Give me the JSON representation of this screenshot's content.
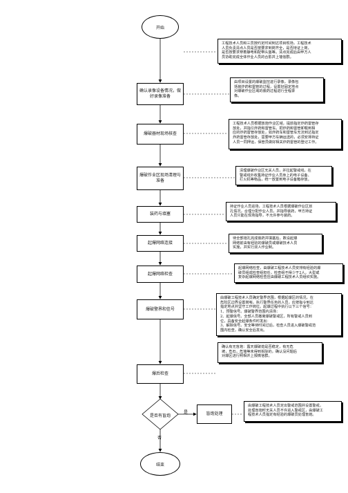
{
  "flow": {
    "start": "开始",
    "end": "结束",
    "steps": [
      "确认录像设备情况，做好录像准备",
      "爆破器材现场核查",
      "爆破作业区现场清理与准备",
      "装药与填塞",
      "起爆网络连接",
      "起爆网络检查",
      "爆破警界和信号",
      "爆后检查"
    ],
    "decision": "是否有盲炮",
    "decision_yes": "是",
    "decision_no": "否",
    "misfire": "盲炮处理"
  },
  "notes": [
    [
      "工程技术人员和三员按约定时间到达项目现场，工程技术",
      "人员负责清点人员是否按要求到岗齐全，是否持证上岗，",
      "是否按要求穿着静电和配带头盔等。清点完成后由甲方人",
      "员协助完成全体作业人员的合影并上墙信群。"
    ],
    [
      "由项目设置的爆破监控进行录像，录像包",
      "括装炸药和雷管的过程，设置好固定地点",
      "对爆破作业区域的装药过程进行全程录",
      "像。"
    ],
    [
      "工程技术人员根据放炮作业区域，提前指定炸药雷管存",
      "放处，并指引炸药和雷管车。把炸药和雷管卸载到相",
      "应的炸药雷管存放处，如炸药车和雷管车无法到达指定",
      "炸药雷管存放处，需要甲方车辆运送的，必须安排持证",
      "人员一同押运，保管员做好相关炸药雷管的登记工作。"
    ],
    [
      "清理爆破作业区无关人员，并拉起警戒线，在",
      "警戒线外收集持证作业人员身上的电子设备、",
      "打火机等物品，统一放置到电子设备箱存放。"
    ],
    [
      "持证作业人员进场，工程技术人员根据爆破作业区划",
      "孔情况，合理分配作业人员，并指导装药，甲方持证",
      "人员只能在现场指导，不允许参与装药。"
    ],
    [
      "待全部炮孔完成装药并填塞后，数设起爆",
      "网络前由有经验的爆破员或爆破技术人员",
      "实施，并实行双人作业制。"
    ],
    [
      "起爆网络检查，由爆破工程技术人员安排有经验的爆",
      "破员组成检查组担任，检查组不得少于2人，大型或",
      "复杂起爆网络检查应由爆破工程技术人员组织实施。"
    ],
    [
      "由爆破工程技术人员确定警界范围，根据起爆区的情况，在",
      "危险区边界设置岗哨，执行警界任务的人员，应按指令到达",
      "指定地点并坚守工作岗位。起爆过程中执行以下三个信号：",
      "1、预警信号。爆破警界范围内清场：",
      "2、起爆信号。全部人员撤离爆破警戒区，所有警戒人员到",
      "位，具备安全起爆条件时发出：",
      "3、解除信号。安全等待时间过后，检查人员进入爆破警戒范",
      "围内检查，确认安全后发出。"
    ],
    [
      "确认有无盲炮：露天爆破熄是否稳定，有无危",
      "坡，危石，危墙等未得到拆除的，确认没问题后",
      "对爆区进行照相并上报微信群。"
    ],
    [
      "由爆破工程技术人员定出警戒范围并设置警戒，",
      "处理盲炮时无关人员不许进入警戒区，由爆破工",
      "程技术人员指定有经验的爆破员处理盲炮。"
    ]
  ]
}
